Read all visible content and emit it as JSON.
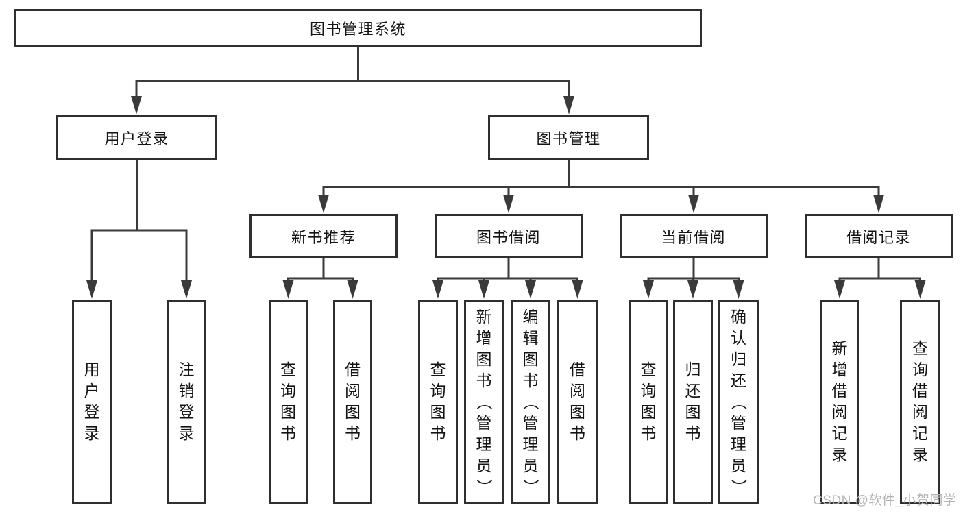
{
  "tree": {
    "label": "图书管理系统",
    "children": [
      {
        "label": "用户登录",
        "children": [
          {
            "label": "用户登录"
          },
          {
            "label": "注销登录"
          }
        ]
      },
      {
        "label": "图书管理",
        "children": [
          {
            "label": "新书推荐",
            "children": [
              {
                "label": "查询图书"
              },
              {
                "label": "借阅图书"
              }
            ]
          },
          {
            "label": "图书借阅",
            "children": [
              {
                "label": "查询图书"
              },
              {
                "label": "新增图书（管理员）"
              },
              {
                "label": "编辑图书（管理员）"
              },
              {
                "label": "借阅图书"
              }
            ]
          },
          {
            "label": "当前借阅",
            "children": [
              {
                "label": "查询图书"
              },
              {
                "label": "归还图书"
              },
              {
                "label": "确认归还（管理员）"
              }
            ]
          },
          {
            "label": "借阅记录",
            "children": [
              {
                "label": "新增借阅记录"
              },
              {
                "label": "查询借阅记录"
              }
            ]
          }
        ]
      }
    ]
  },
  "watermark": "CSDN @软件_小贺同学",
  "colors": {
    "box_border": "#2f2f2f",
    "connector_line": "#3a3a3a",
    "text": "#141414",
    "watermark_text": "#b5b5b5",
    "background": "#ffffff"
  }
}
